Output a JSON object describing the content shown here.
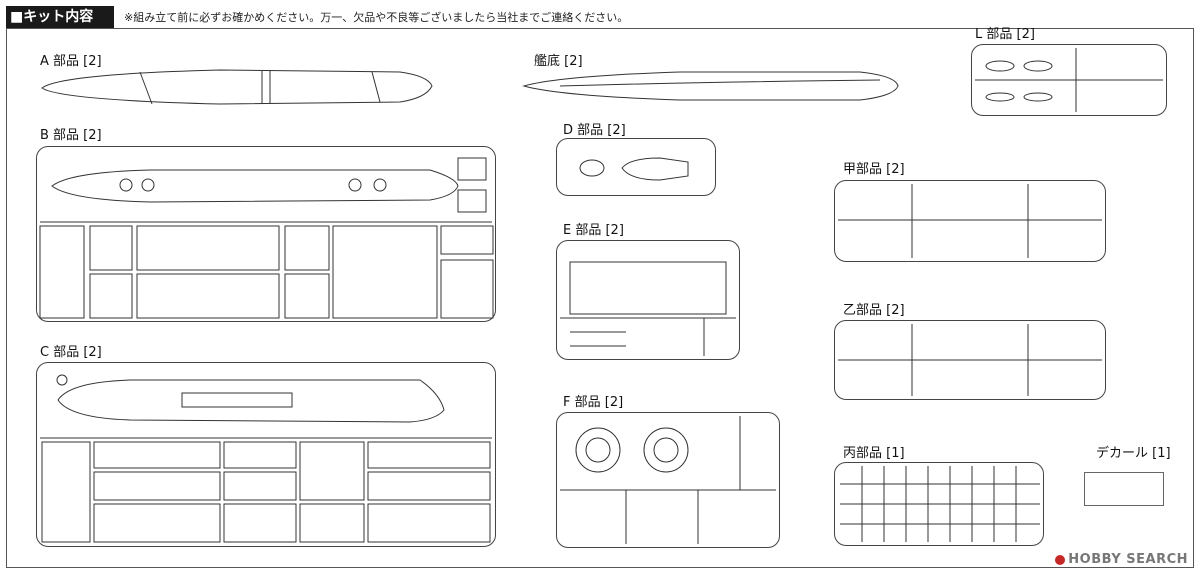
{
  "header": {
    "title": "■キット内容",
    "note": "※組み立て前に必ずお確かめください。万一、欠品や不良等ございましたら当社までご連絡ください。"
  },
  "parts": {
    "a": {
      "label": "A 部品 [2]"
    },
    "hull_bottom": {
      "label": "艦底 [2]"
    },
    "l": {
      "label": "L 部品 [2]"
    },
    "b": {
      "label": "B 部品 [2]"
    },
    "d": {
      "label": "D 部品 [2]"
    },
    "kou": {
      "label": "甲部品 [2]"
    },
    "e": {
      "label": "E 部品 [2]"
    },
    "otsu": {
      "label": "乙部品 [2]"
    },
    "c": {
      "label": "C 部品 [2]"
    },
    "f": {
      "label": "F 部品 [2]"
    },
    "hei": {
      "label": "丙部品 [1]"
    },
    "decal": {
      "label": "デカール [1]"
    }
  },
  "watermark": "HOBBY SEARCH"
}
